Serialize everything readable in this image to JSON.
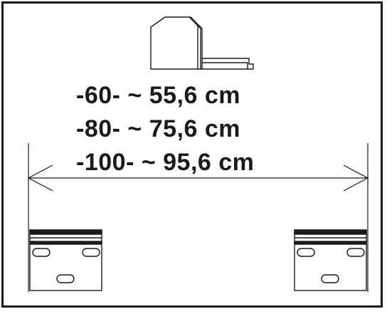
{
  "measurements": [
    {
      "text": "-60- ~ 55,6 cm"
    },
    {
      "text": "-80- ~ 75,6 cm"
    },
    {
      "text": "-100- ~ 95,6 cm"
    }
  ],
  "icons": {
    "tape_measure": "tape-measure-icon",
    "bracket_left": "mounting-bracket-icon",
    "bracket_right": "mounting-bracket-icon"
  },
  "colors": {
    "line": "#1a1a1a",
    "background": "#ffffff"
  }
}
